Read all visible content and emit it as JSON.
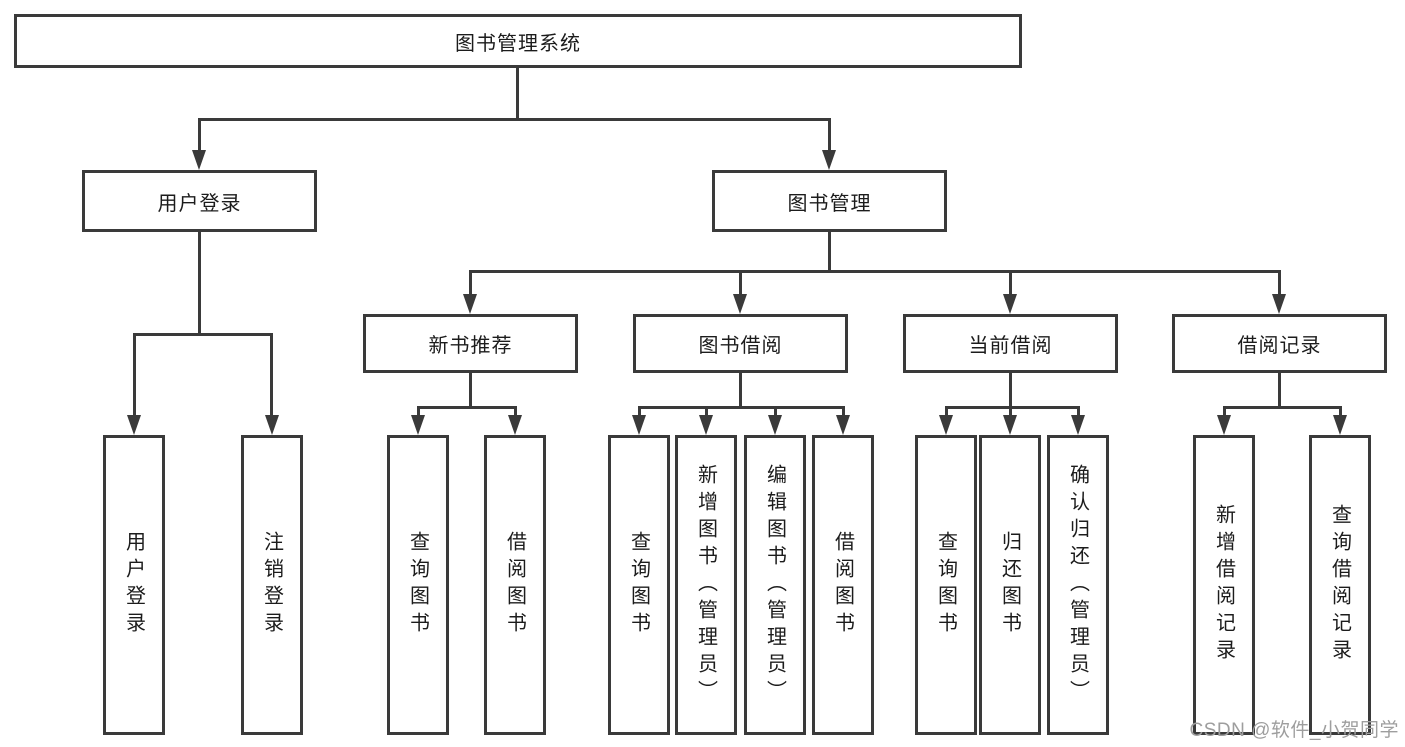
{
  "diagram": {
    "root": {
      "label": "图书管理系统"
    },
    "branches": {
      "user_login": {
        "label": "用户登录"
      },
      "book_mgmt": {
        "label": "图书管理"
      }
    },
    "sections": {
      "new_book_rec": {
        "label": "新书推荐"
      },
      "book_borrow": {
        "label": "图书借阅"
      },
      "current_borrow": {
        "label": "当前借阅"
      },
      "borrow_records": {
        "label": "借阅记录"
      }
    },
    "leaves": {
      "user_login_leaf": {
        "label": "用户登录"
      },
      "logout_leaf": {
        "label": "注销登录"
      },
      "nb_query_books": {
        "label": "查询图书"
      },
      "nb_borrow_books": {
        "label": "借阅图书"
      },
      "bb_query_books": {
        "label": "查询图书"
      },
      "bb_add_books": {
        "label": "新增图书（管理员）"
      },
      "bb_edit_books": {
        "label": "编辑图书（管理员）"
      },
      "bb_borrow_books": {
        "label": "借阅图书"
      },
      "cb_query_books": {
        "label": "查询图书"
      },
      "cb_return_books": {
        "label": "归还图书"
      },
      "cb_confirm_return": {
        "label": "确认归还（管理员）"
      },
      "br_add_record": {
        "label": "新增借阅记录"
      },
      "br_query_record": {
        "label": "查询借阅记录"
      }
    },
    "watermark": {
      "label": "CSDN @软件_小贺同学"
    },
    "colors": {
      "line": "#3a3a3a",
      "text": "#1c1c1c",
      "watermark": "#9e9e9e",
      "background": "#ffffff"
    }
  }
}
